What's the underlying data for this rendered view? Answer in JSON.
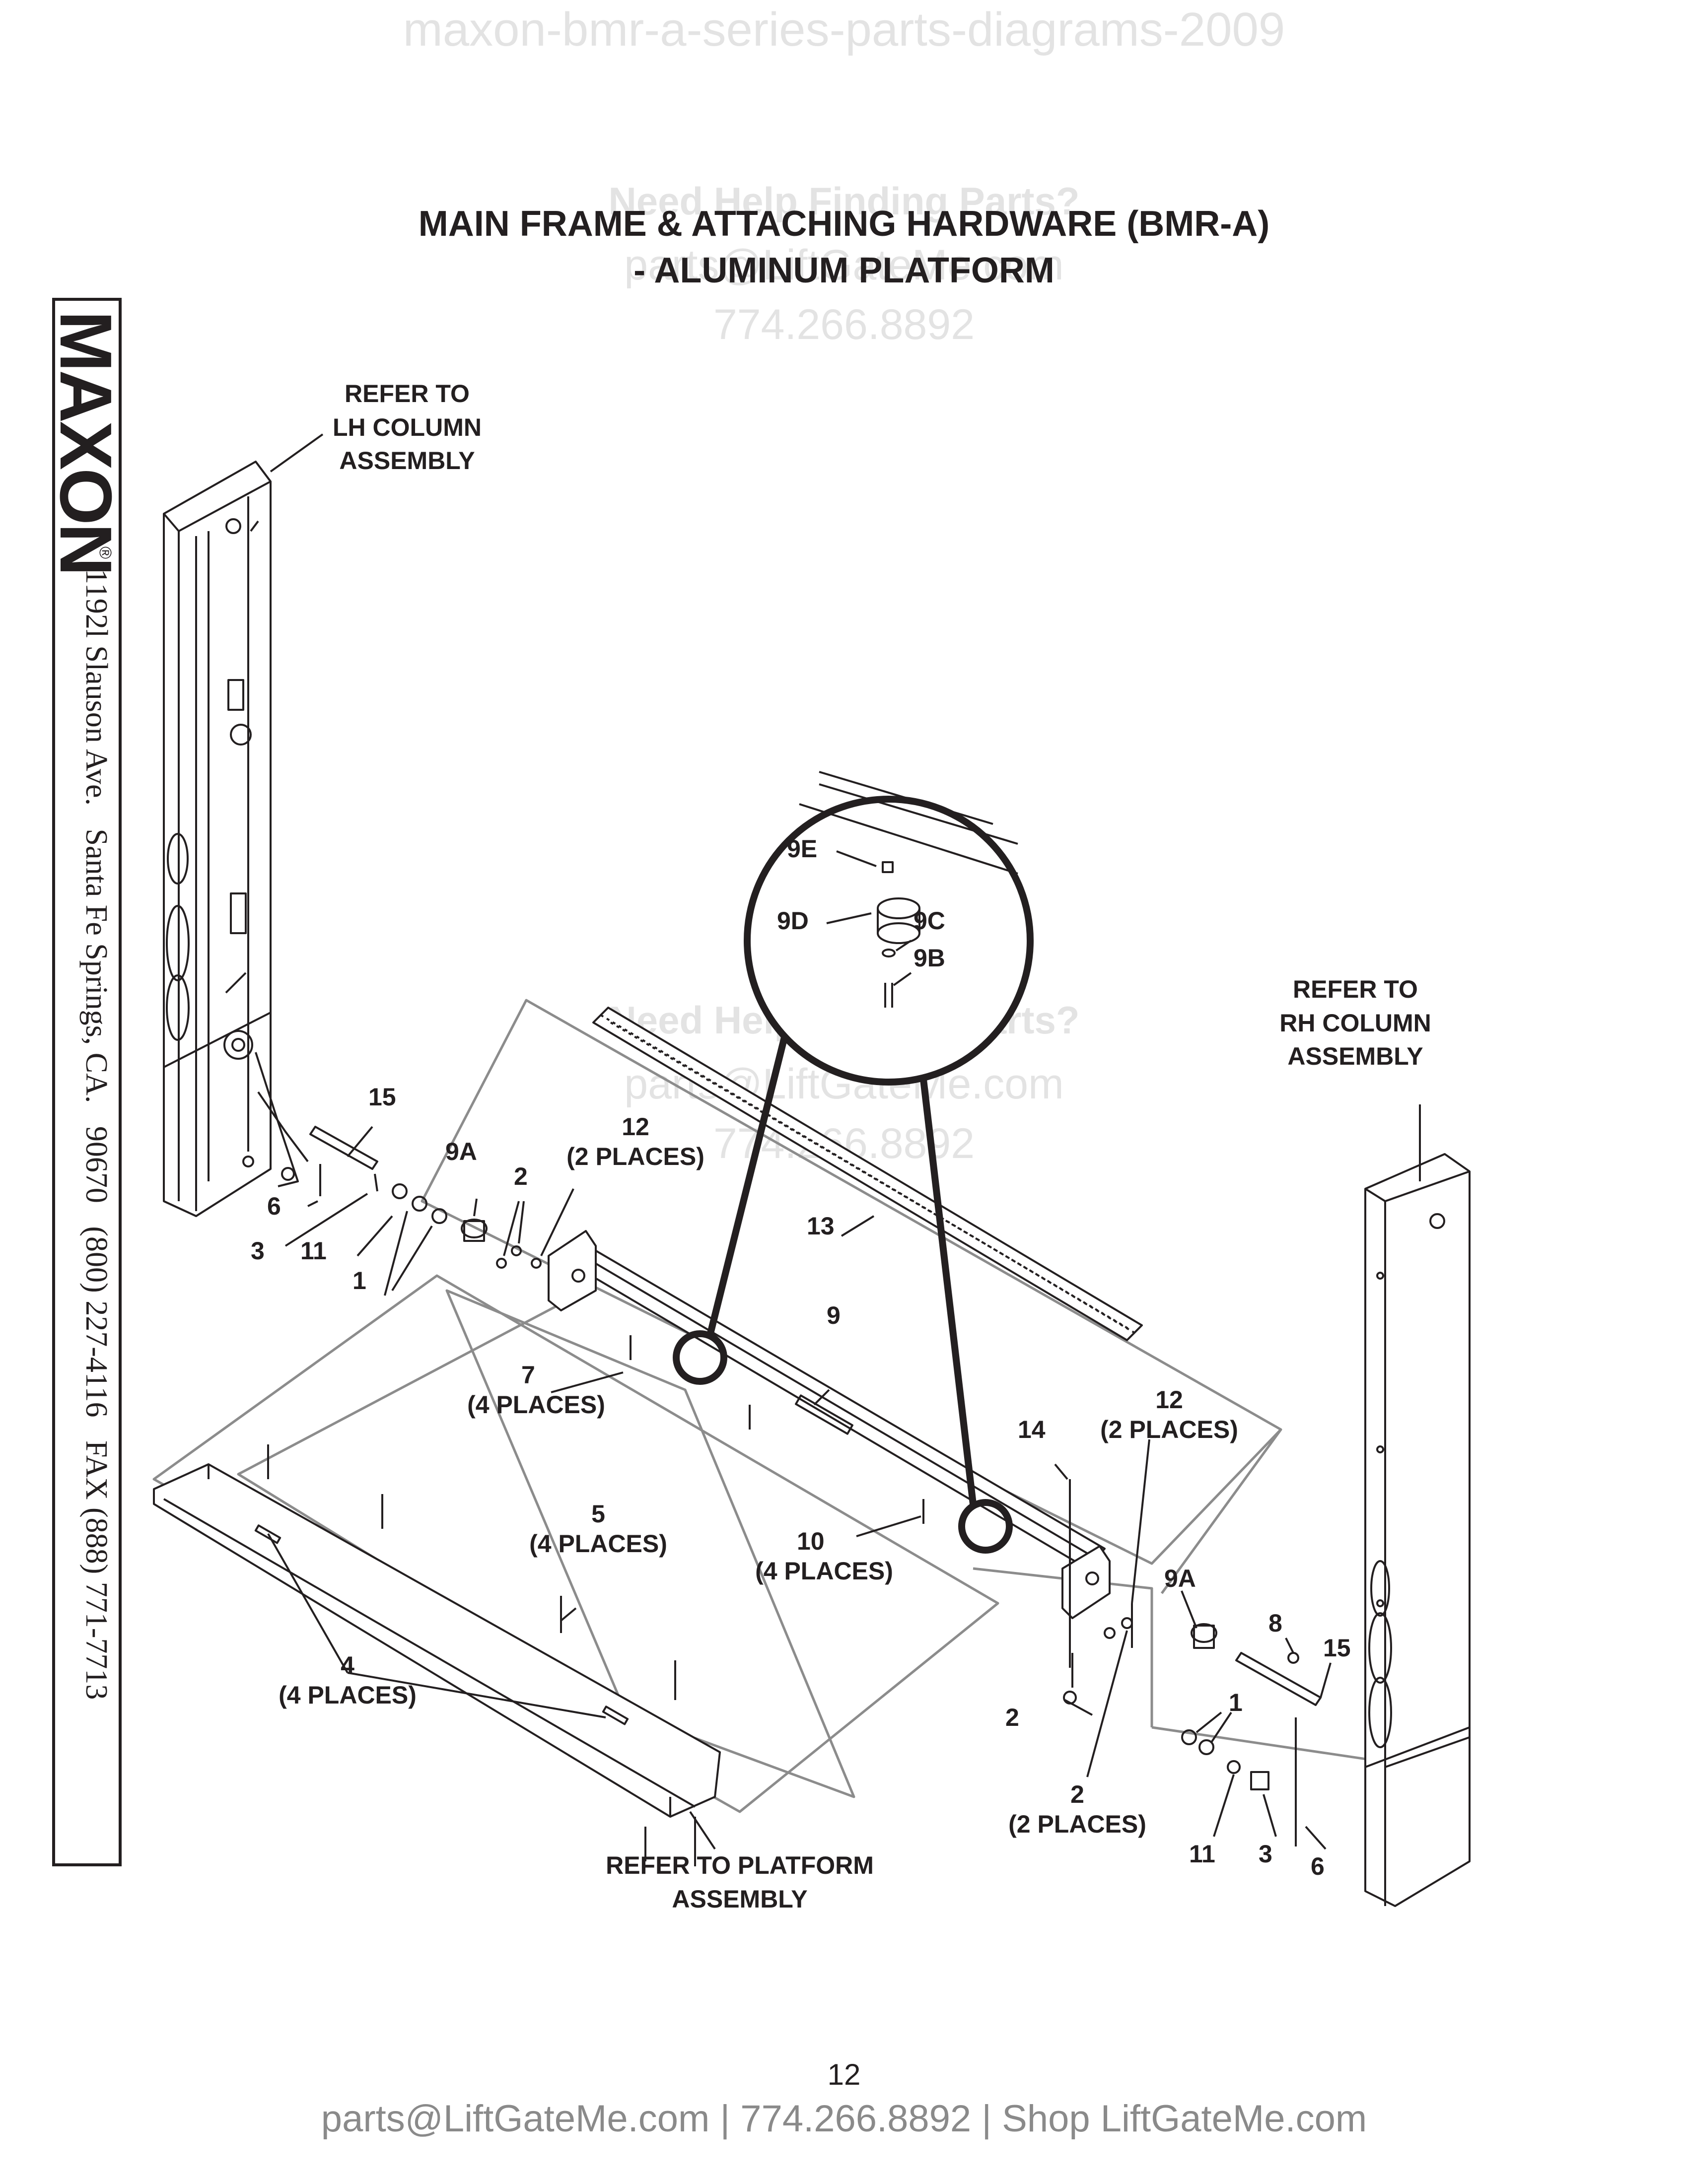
{
  "watermark": {
    "top": "maxon-bmr-a-series-parts-diagrams-2009",
    "help": "Need Help Finding Parts?",
    "email": "parts@LiftGateMe.com",
    "phone": "774.266.8892"
  },
  "title": {
    "line1": "MAIN FRAME & ATTACHING HARDWARE (BMR-A)",
    "line2": "- ALUMINUM PLATFORM"
  },
  "sidebar": {
    "brand": "MAXON",
    "registered": "®",
    "address": "1192l Slauson Ave.   Santa Fe Springs, CA.   90670   (800) 227-4116   FAX (888) 771-7713"
  },
  "references": {
    "lh_column": [
      "REFER TO",
      "LH COLUMN",
      "ASSEMBLY"
    ],
    "rh_column": [
      "REFER TO",
      "RH COLUMN",
      "ASSEMBLY"
    ],
    "platform": [
      "REFER TO PLATFORM",
      "ASSEMBLY"
    ]
  },
  "callouts": {
    "c15_left": "15",
    "c6_left": "6",
    "c3_left": "3",
    "c11_left": "11",
    "c1_left": "1",
    "c9a_left": "9A",
    "c2_left": "2",
    "c12_left": "12",
    "c12_left_places": "(2 PLACES)",
    "c13": "13",
    "c9": "9",
    "c7": "7",
    "c7_places": "(4 PLACES)",
    "c5": "5",
    "c5_places": "(4 PLACES)",
    "c10": "10",
    "c10_places": "(4 PLACES)",
    "c4": "4",
    "c4_places": "(4 PLACES)",
    "c14": "14",
    "c12_right": "12",
    "c12_right_places": "(2 PLACES)",
    "c9a_right": "9A",
    "c8": "8",
    "c15_right": "15",
    "c1_right": "1",
    "c2_right_a": "2",
    "c2_right_b": "2",
    "c2_right_b_places": "(2 PLACES)",
    "c11_right": "11",
    "c3_right": "3",
    "c6_right": "6",
    "c9e": "9E",
    "c9d": "9D",
    "c9c": "9C",
    "c9b": "9B"
  },
  "page_number": "12",
  "footer": "parts@LiftGateMe.com | 774.266.8892 | Shop LiftGateMe.com"
}
